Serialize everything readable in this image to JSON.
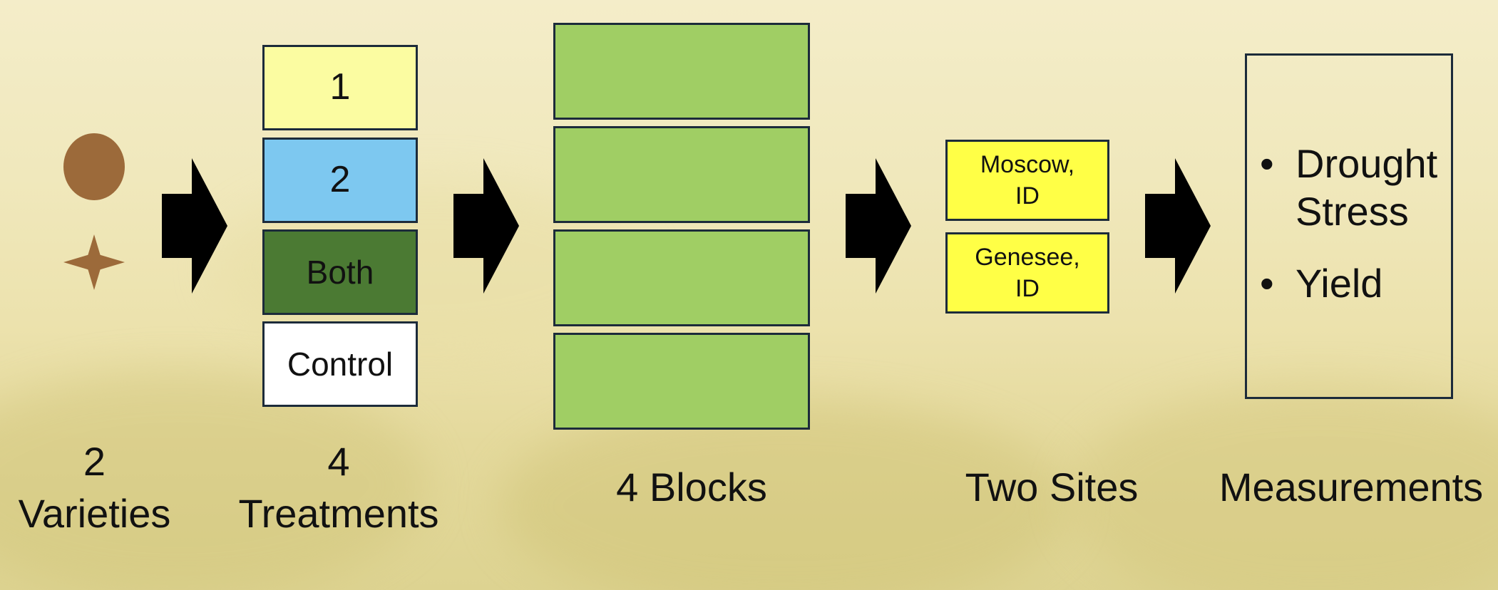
{
  "colors": {
    "variety_marker": "#9c6a3a",
    "treatment_1": "#fbfca1",
    "treatment_2": "#7dc8f0",
    "treatment_both": "#4b7a33",
    "treatment_control": "#ffffff",
    "block": "#a0ce64",
    "site": "#ffff46",
    "arrow": "#000000",
    "border": "#1c2b3a"
  },
  "varieties": {
    "icons": [
      "circle-icon",
      "star-icon"
    ],
    "label_line1": "2",
    "label_line2": "Varieties"
  },
  "treatments": {
    "items": [
      "1",
      "2",
      "Both",
      "Control"
    ],
    "label_line1": "4",
    "label_line2": "Treatments"
  },
  "blocks": {
    "count": 4,
    "label": "4 Blocks"
  },
  "sites": {
    "items": [
      {
        "line1": "Moscow,",
        "line2": "ID"
      },
      {
        "line1": "Genesee,",
        "line2": "ID"
      }
    ],
    "label": "Two Sites"
  },
  "measurements": {
    "items": [
      {
        "line1": "Drought",
        "line2": "Stress"
      },
      {
        "line1": "Yield",
        "line2": ""
      }
    ],
    "label": "Measurements"
  }
}
